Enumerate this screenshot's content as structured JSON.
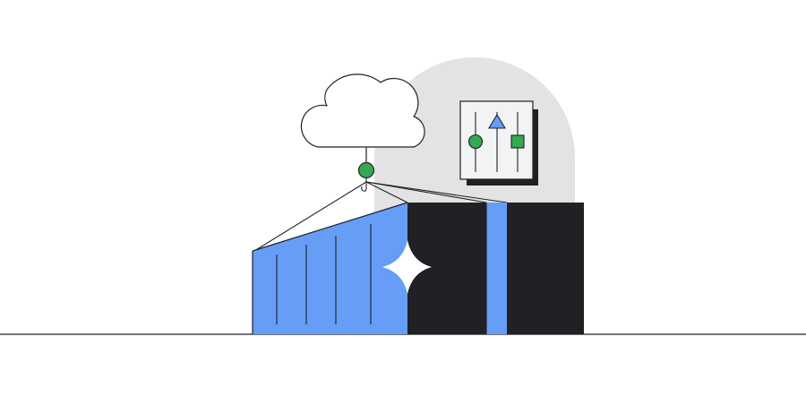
{
  "illustration": {
    "subject": "",
    "colors": {
      "background": "#ffffff",
      "outline": "#202124",
      "backdrop_gray": "#e3e3e3",
      "blue": "#669df6",
      "dark": "#202124",
      "green": "#34a853",
      "panel": "#f1f3f4",
      "sparkle": "#ffffff"
    },
    "icons": {
      "cloud": "cloud-icon",
      "controls": "sliders-panel-icon",
      "sparkle": "sparkle-icon",
      "connector": "green-node-icon"
    },
    "control_shapes": [
      "circle",
      "triangle",
      "square"
    ]
  }
}
